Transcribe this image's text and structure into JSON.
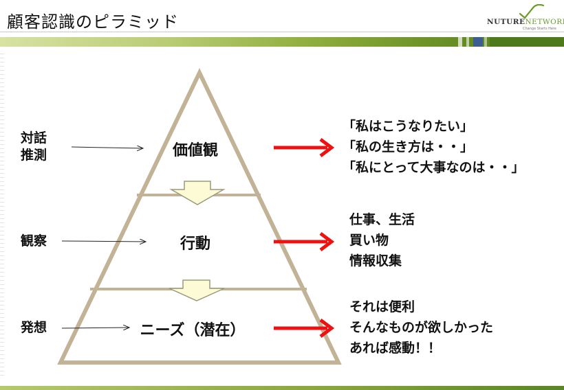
{
  "slide": {
    "title": "顧客認識のピラミッド",
    "logo": {
      "brand_left": "NUTURE",
      "brand_right": "NETWORKS",
      "tagline": "Change Starts Here"
    }
  },
  "tiers": [
    {
      "name": "価値観",
      "left_label": "対話\n推測",
      "right_lines": [
        "「私はこうなりたい」",
        "「私の生き方は・・」",
        "「私にとって大事なのは・・」"
      ]
    },
    {
      "name": "行動",
      "left_label": "観察",
      "right_lines": [
        "仕事、生活",
        "買い物",
        "情報収集"
      ]
    },
    {
      "name": "ニーズ（潜在）",
      "left_label": "発想",
      "right_lines": [
        "それは便利",
        "そんなものが欲しかった",
        "あれば感動！！"
      ]
    }
  ],
  "colors": {
    "pyramid_stroke": "#c2b396",
    "red_arrow": "#ee1111",
    "down_arrow_fill": "#fdfbd6",
    "down_arrow_stroke": "#9a9a7c",
    "accent_green": "#6e9428"
  }
}
